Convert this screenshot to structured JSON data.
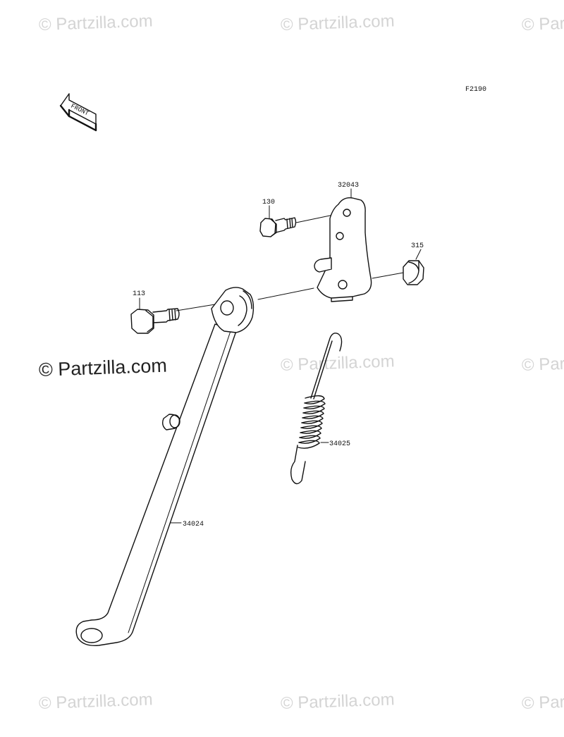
{
  "figure_code": "F2190",
  "front_label": "FRONT",
  "watermark_text": "© Partzilla.com",
  "watermark_main_text": "© Partzilla.com",
  "colors": {
    "line": "#111111",
    "fill": "#ffffff",
    "watermark": "#d4d4d4"
  },
  "parts": [
    {
      "number": "32043",
      "name": "bracket"
    },
    {
      "number": "130",
      "name": "bolt"
    },
    {
      "number": "315",
      "name": "nut"
    },
    {
      "number": "113",
      "name": "bolt"
    },
    {
      "number": "34025",
      "name": "spring"
    },
    {
      "number": "34024",
      "name": "side-stand"
    }
  ]
}
